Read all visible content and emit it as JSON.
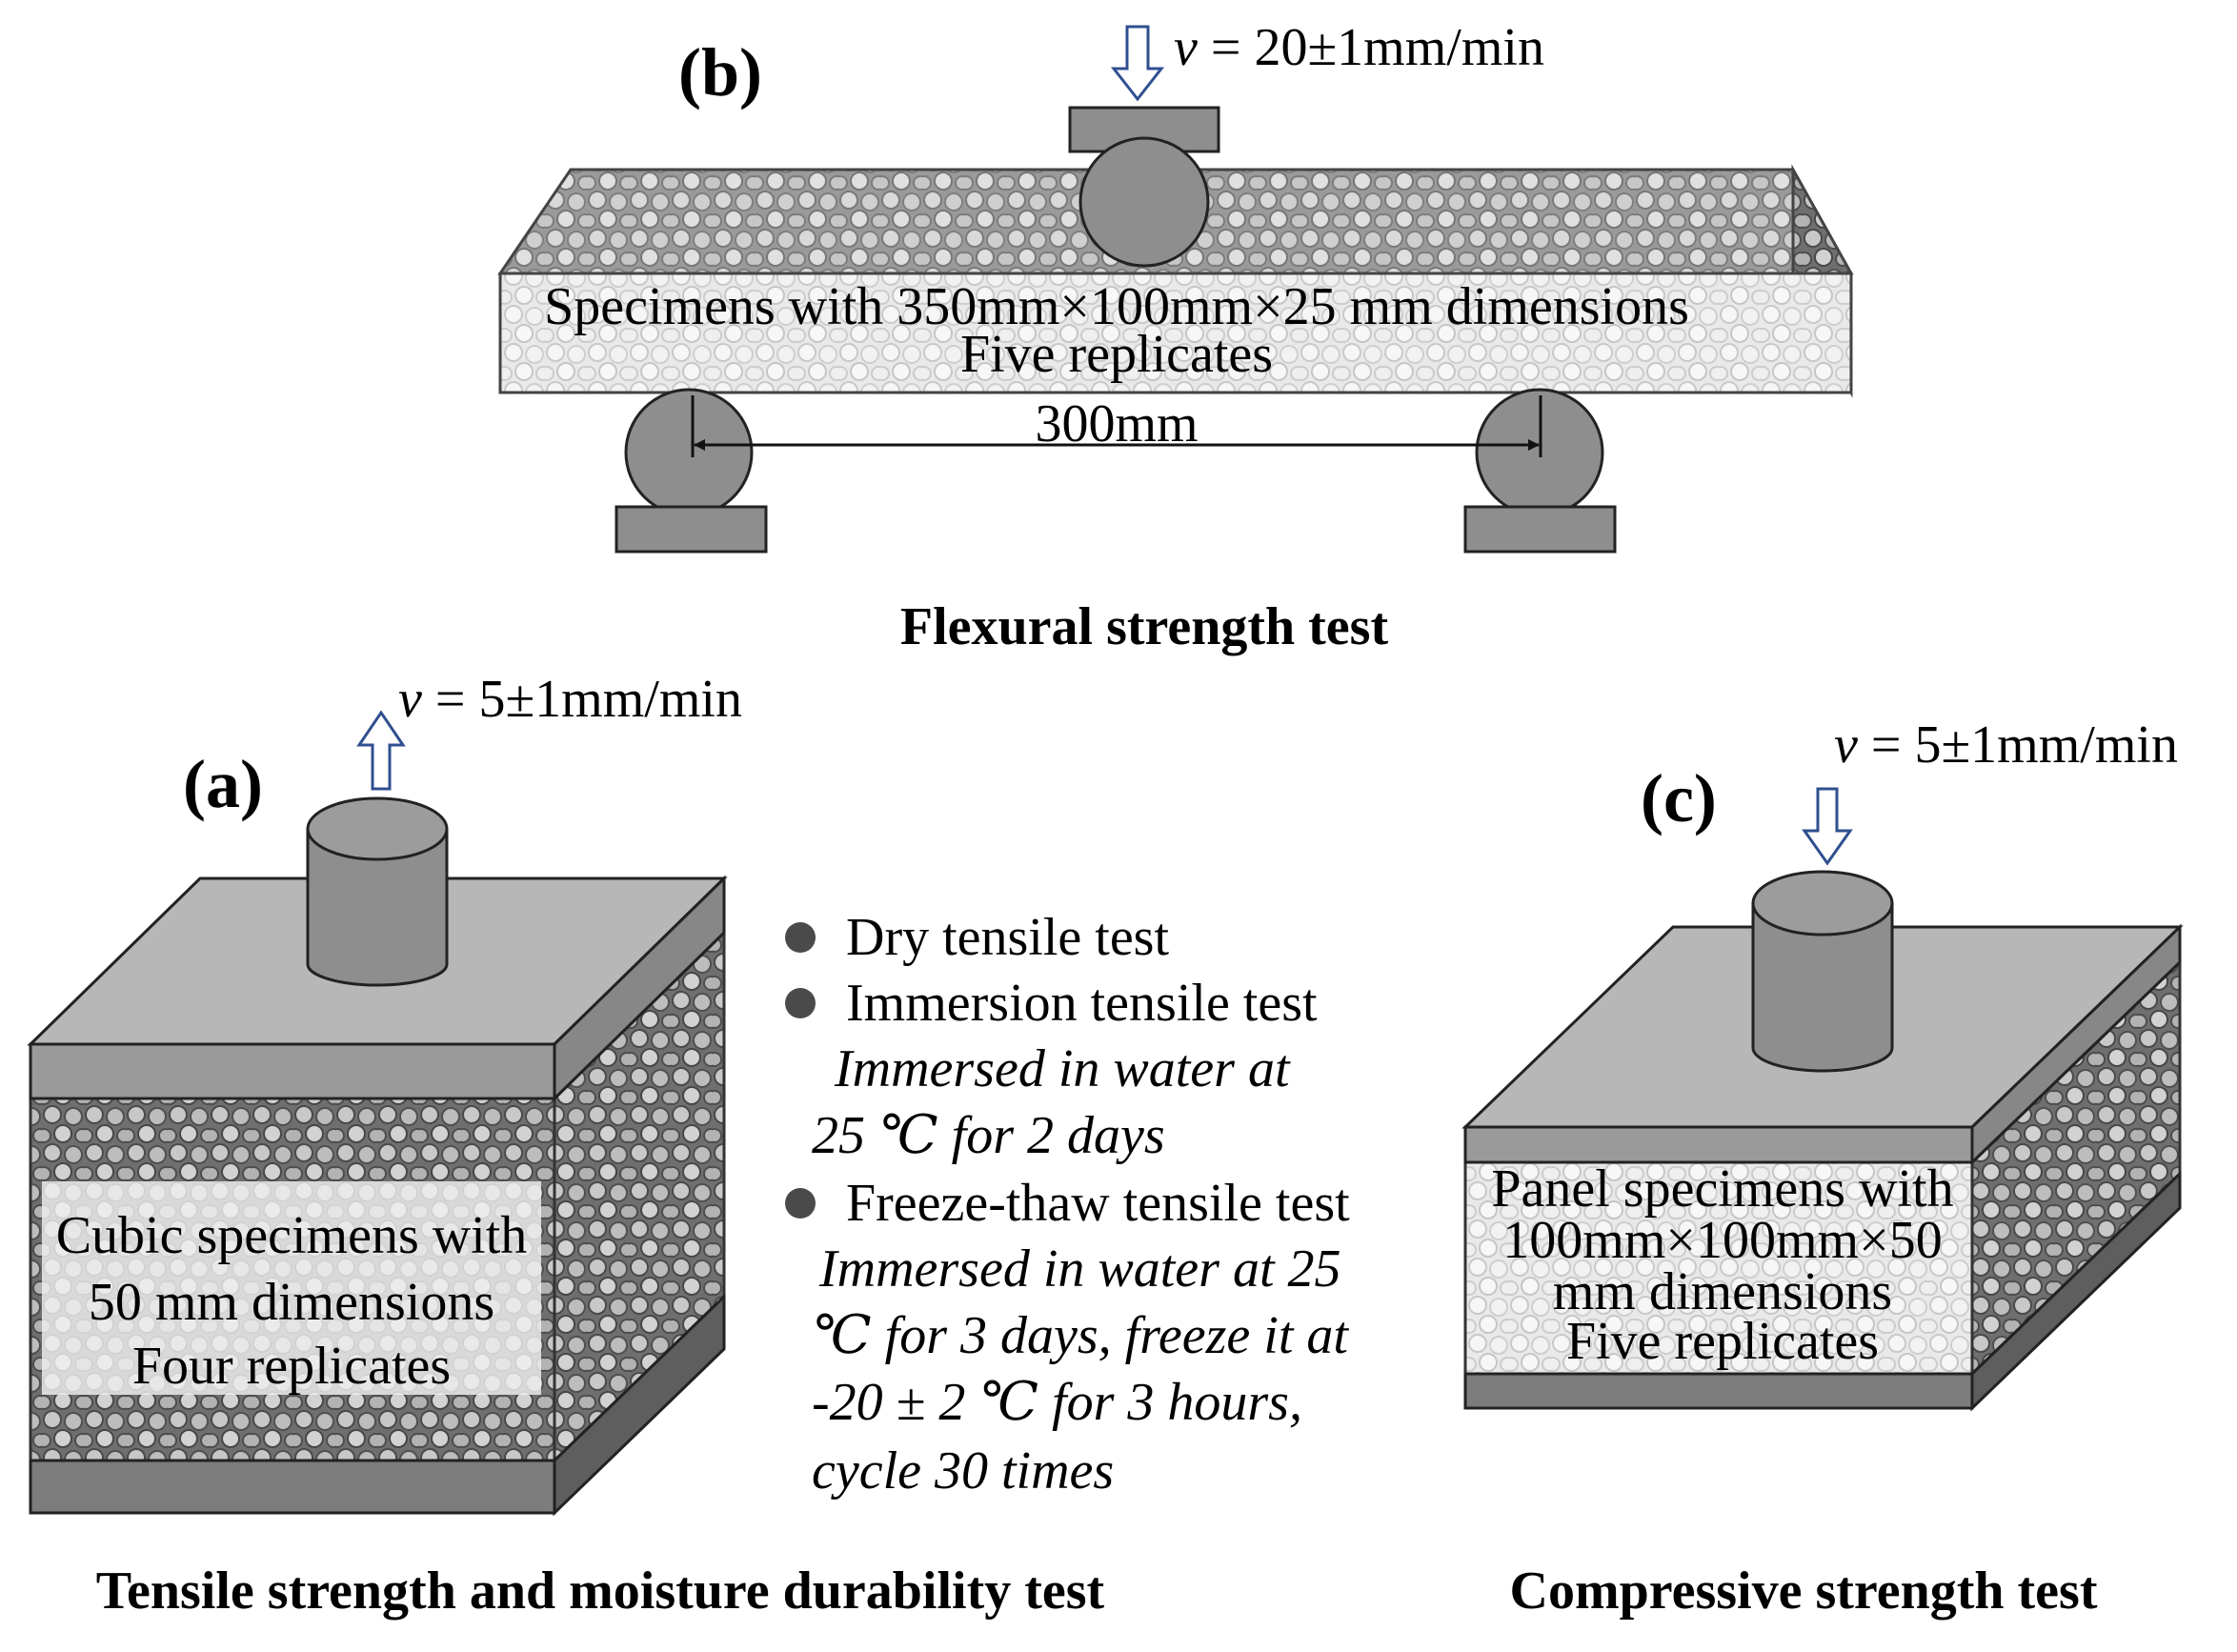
{
  "panel_b": {
    "letter": "(b)",
    "speed_var": "v",
    "speed_value": " = 20±1mm/min",
    "spec_line1": "Specimens with 350mm×100mm×25 mm dimensions",
    "spec_line2": "Five replicates",
    "span": "300mm",
    "caption": "Flexural strength test"
  },
  "panel_a": {
    "letter": "(a)",
    "speed_var": "v",
    "speed_value": " = 5±1mm/min",
    "spec_line1": "Cubic specimens with",
    "spec_line2": "50 mm dimensions",
    "spec_line3": "Four replicates",
    "caption": "Tensile strength and moisture durability test",
    "tests": {
      "t1": "Dry tensile test",
      "t2": "Immersion tensile test",
      "t2_d1": "Immersed in water at",
      "t2_d2": "25 ℃ for 2 days",
      "t3": "Freeze-thaw tensile test",
      "t3_d1": "Immersed in water at 25",
      "t3_d2": "℃ for 3 days, freeze it at",
      "t3_d3": "-20 ± 2 ℃ for 3 hours,",
      "t3_d4": "cycle 30 times"
    }
  },
  "panel_c": {
    "letter": "(c)",
    "speed_var": "v",
    "speed_value": " = 5±1mm/min",
    "spec_line1": "Panel specimens with",
    "spec_line2": "100mm×100mm×50",
    "spec_line3": "mm dimensions",
    "spec_line4": "Five replicates",
    "caption": "Compressive strength test"
  },
  "colors": {
    "steel": "#8e8e8e",
    "steel_dark": "#6b6b6b",
    "plate": "#b4b4b4",
    "foam_light": "#e6e6e6",
    "foam_dark": "#a9a9a9",
    "arrow": "#2f4f8f"
  }
}
